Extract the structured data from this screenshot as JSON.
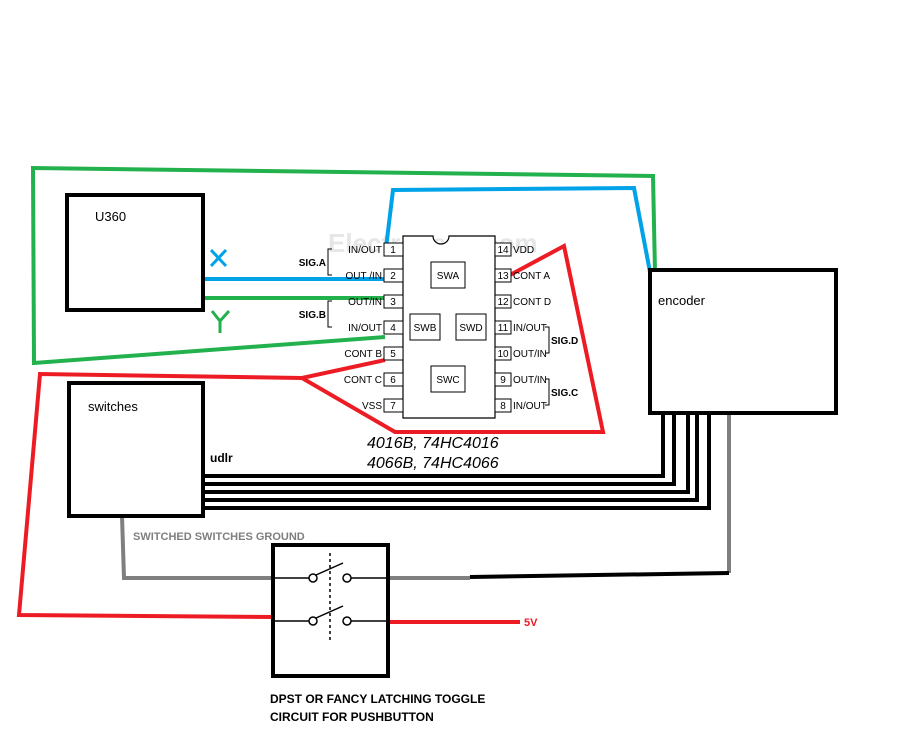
{
  "boxes": {
    "u360": "U360",
    "encoder": "encoder",
    "switches": "switches",
    "dpst_labels": [
      "DPST OR FANCY LATCHING TOGGLE",
      "CIRCUIT FOR PUSHBUTTON"
    ]
  },
  "wire_labels": {
    "x": "X",
    "y": "Y",
    "udlr": "udlr",
    "ground": "SWITCHED SWITCHES GROUND",
    "v5": "5V"
  },
  "chip": {
    "watermark": "Electropage.com",
    "parts": [
      "4016B,  74HC4016",
      "4066B,  74HC4066"
    ],
    "left_pins": [
      {
        "num": "1",
        "name": "IN/OUT"
      },
      {
        "num": "2",
        "name": "OUT /IN"
      },
      {
        "num": "3",
        "name": "OUT/IN"
      },
      {
        "num": "4",
        "name": "IN/OUT"
      },
      {
        "num": "5",
        "name": "CONT  B"
      },
      {
        "num": "6",
        "name": "CONT  C"
      },
      {
        "num": "7",
        "name": "VSS"
      }
    ],
    "right_pins": [
      {
        "num": "14",
        "name": "VDD"
      },
      {
        "num": "13",
        "name": "CONT  A"
      },
      {
        "num": "12",
        "name": "CONT  D"
      },
      {
        "num": "11",
        "name": "IN/OUT"
      },
      {
        "num": "10",
        "name": "OUT/IN"
      },
      {
        "num": "9",
        "name": "OUT/IN"
      },
      {
        "num": "8",
        "name": "IN/OUT"
      }
    ],
    "switches": [
      "SWA",
      "SWB",
      "SWD",
      "SWC"
    ],
    "groups": [
      "SIG.A",
      "SIG.B",
      "SIG.D",
      "SIG.C"
    ]
  },
  "colors": {
    "green": "#22b14c",
    "blue": "#00a2e8",
    "red": "#ed1c24",
    "gray": "#7f7f7f",
    "black": "#000000"
  }
}
